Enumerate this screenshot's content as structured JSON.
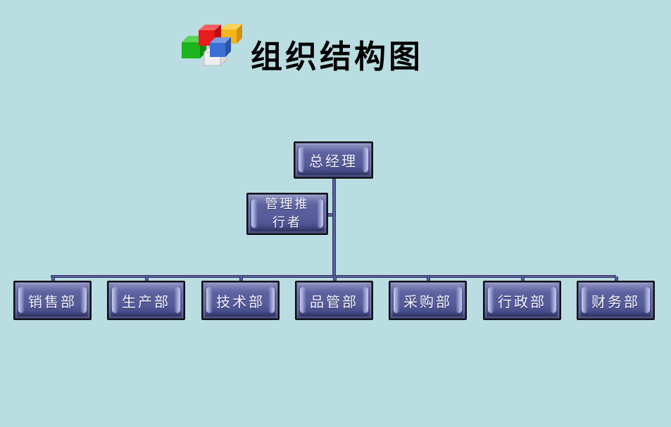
{
  "page": {
    "background": "#badde1"
  },
  "header": {
    "title": "组织结构图",
    "logo": {
      "name": "colored-cubes-logo",
      "cubes": {
        "green": {
          "front": "#1db41d",
          "top": "#58d458",
          "side": "#0e8c0e"
        },
        "red": {
          "front": "#ea1b1b",
          "top": "#f75f5f",
          "side": "#b80f0f"
        },
        "yellow": {
          "front": "#f2b51c",
          "top": "#f9d257",
          "side": "#cf9212"
        },
        "white": {
          "front": "#ededf0",
          "top": "#fbfbfd",
          "side": "#d9d9de",
          "stroke": "#b9b9c0"
        },
        "blue": {
          "front": "#3a70d6",
          "top": "#7b9ce6",
          "side": "#2a53a6"
        }
      }
    }
  },
  "chart": {
    "type": "org-chart",
    "root": {
      "label": "总经理"
    },
    "assistant": {
      "label": "管理推行者",
      "lines": [
        "管理推",
        "行者"
      ]
    },
    "departments": [
      {
        "label": "销售部"
      },
      {
        "label": "生产部"
      },
      {
        "label": "技术部"
      },
      {
        "label": "品管部"
      },
      {
        "label": "采购部"
      },
      {
        "label": "行政部"
      },
      {
        "label": "财务部"
      }
    ]
  },
  "colors": {
    "node_fill": "#565b99",
    "node_border": "#101016",
    "node_text": "#f4f4fa",
    "connector": "#5a5f9b",
    "title_text": "#000000"
  }
}
